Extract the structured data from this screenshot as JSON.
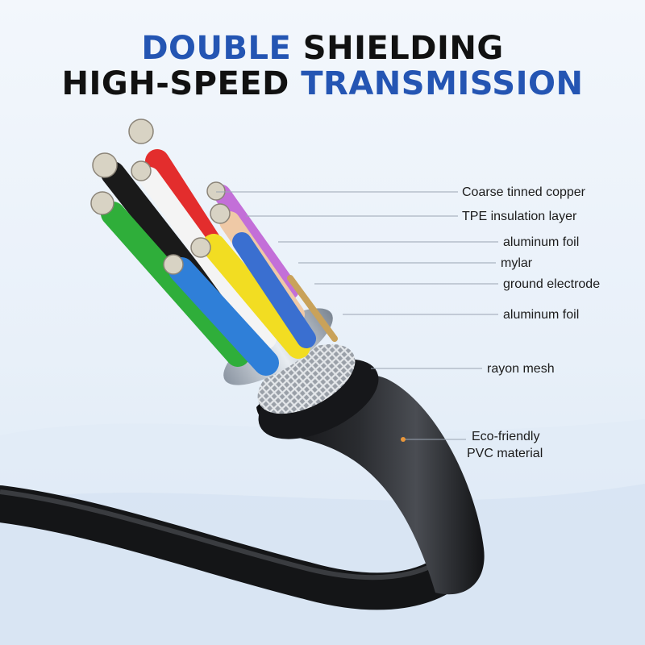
{
  "headline": {
    "line1": [
      {
        "text": "DOUBLE",
        "color": "#2455b3"
      },
      {
        "text": "SHIELDING",
        "color": "#111111"
      }
    ],
    "line2": [
      {
        "text": "HIGH-SPEED",
        "color": "#111111"
      },
      {
        "text": "TRANSMISSION",
        "color": "#2455b3"
      }
    ]
  },
  "callouts": {
    "coarse_tinned_copper": "Coarse tinned copper",
    "tpe_insulation_layer": "TPE insulation layer",
    "aluminum_foil_inner": "aluminum foil",
    "mylar": "mylar",
    "ground_electrode": "ground electrode",
    "aluminum_foil_outer": "aluminum foil",
    "rayon_mesh": "rayon mesh",
    "pvc_line1": "Eco-friendly",
    "pvc_line2": "PVC material"
  },
  "wire_colors": [
    "#e32d2d",
    "#ffffff",
    "#1a1a1a",
    "#2fae3a",
    "#f2dd22",
    "#2f7fd8",
    "#c36fd8",
    "#efc9a6",
    "#3a6fd0"
  ],
  "accent_line_color": "#9aa4b2",
  "dot_color": "#e8963a"
}
